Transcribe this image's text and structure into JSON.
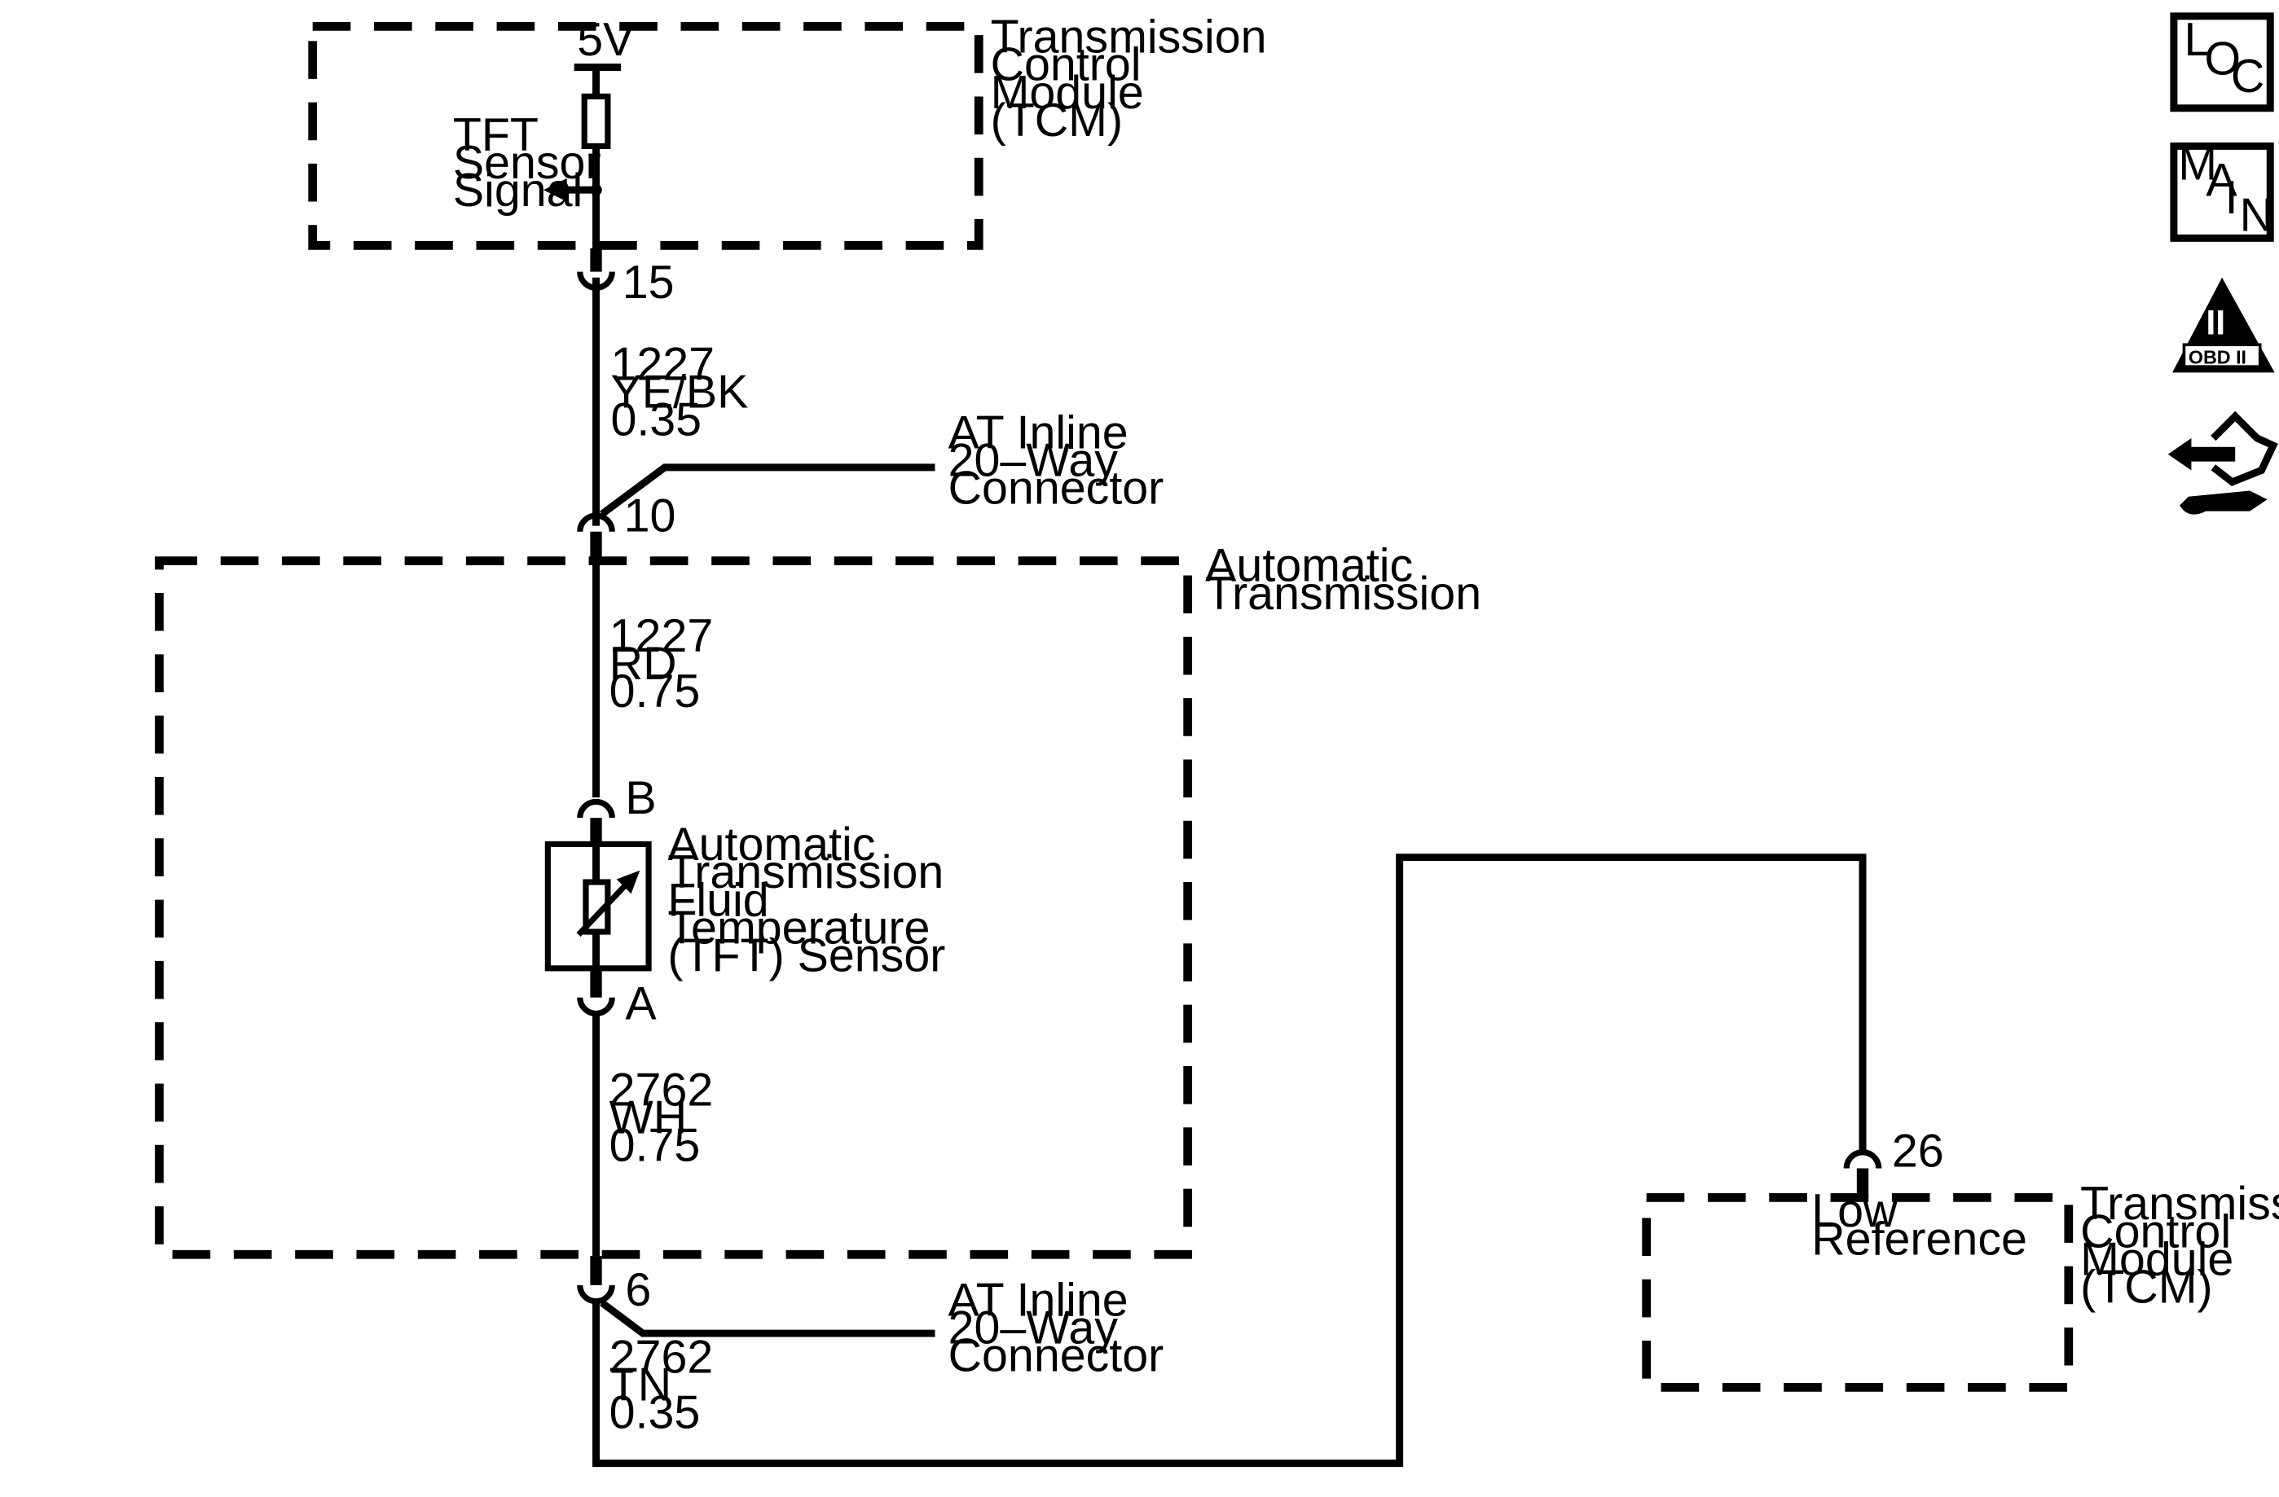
{
  "tcm_top": {
    "label": [
      "Transmission",
      "Control",
      "Module",
      "(TCM)"
    ],
    "voltage": "5V",
    "signal_label": [
      "TFT",
      "Sensor",
      "Signal"
    ]
  },
  "pins": {
    "tcm_signal": "15",
    "inline_upper": "10",
    "sensor_b": "B",
    "sensor_a": "A",
    "inline_lower": "6",
    "tcm_low_ref": "26"
  },
  "wires": {
    "upper": [
      "1227",
      "YE/BK",
      "0.35"
    ],
    "middle": [
      "1227",
      "RD",
      "0.75"
    ],
    "sensor_low": [
      "2762",
      "WH",
      "0.75"
    ],
    "lower": [
      "2762",
      "TN",
      "0.35"
    ]
  },
  "inline_connector_upper": [
    "AT Inline",
    "20–Way",
    "Connector"
  ],
  "inline_connector_lower": [
    "AT Inline",
    "20–Way",
    "Connector"
  ],
  "transmission": {
    "label": [
      "Automatic",
      "Transmission"
    ]
  },
  "sensor": {
    "label": [
      "Automatic",
      "Transmission",
      "Fluid",
      "Temperature",
      "(TFT) Sensor"
    ]
  },
  "tcm_bottom": {
    "label": [
      "Transmission",
      "Control",
      "Module",
      "(TCM)"
    ],
    "low_ref_label": [
      "Low",
      "Reference"
    ]
  },
  "nav_icons": {
    "loc": {
      "icon": "location-icon",
      "letters": [
        "L",
        "O",
        "C"
      ]
    },
    "main": {
      "icon": "main-menu-icon",
      "letters": [
        "M",
        "A",
        "I",
        "N"
      ]
    },
    "obd": {
      "icon": "obd-ii-icon",
      "numeral": "II",
      "label": "OBD II"
    },
    "harness": {
      "icon": "connector-harness-icon"
    }
  }
}
